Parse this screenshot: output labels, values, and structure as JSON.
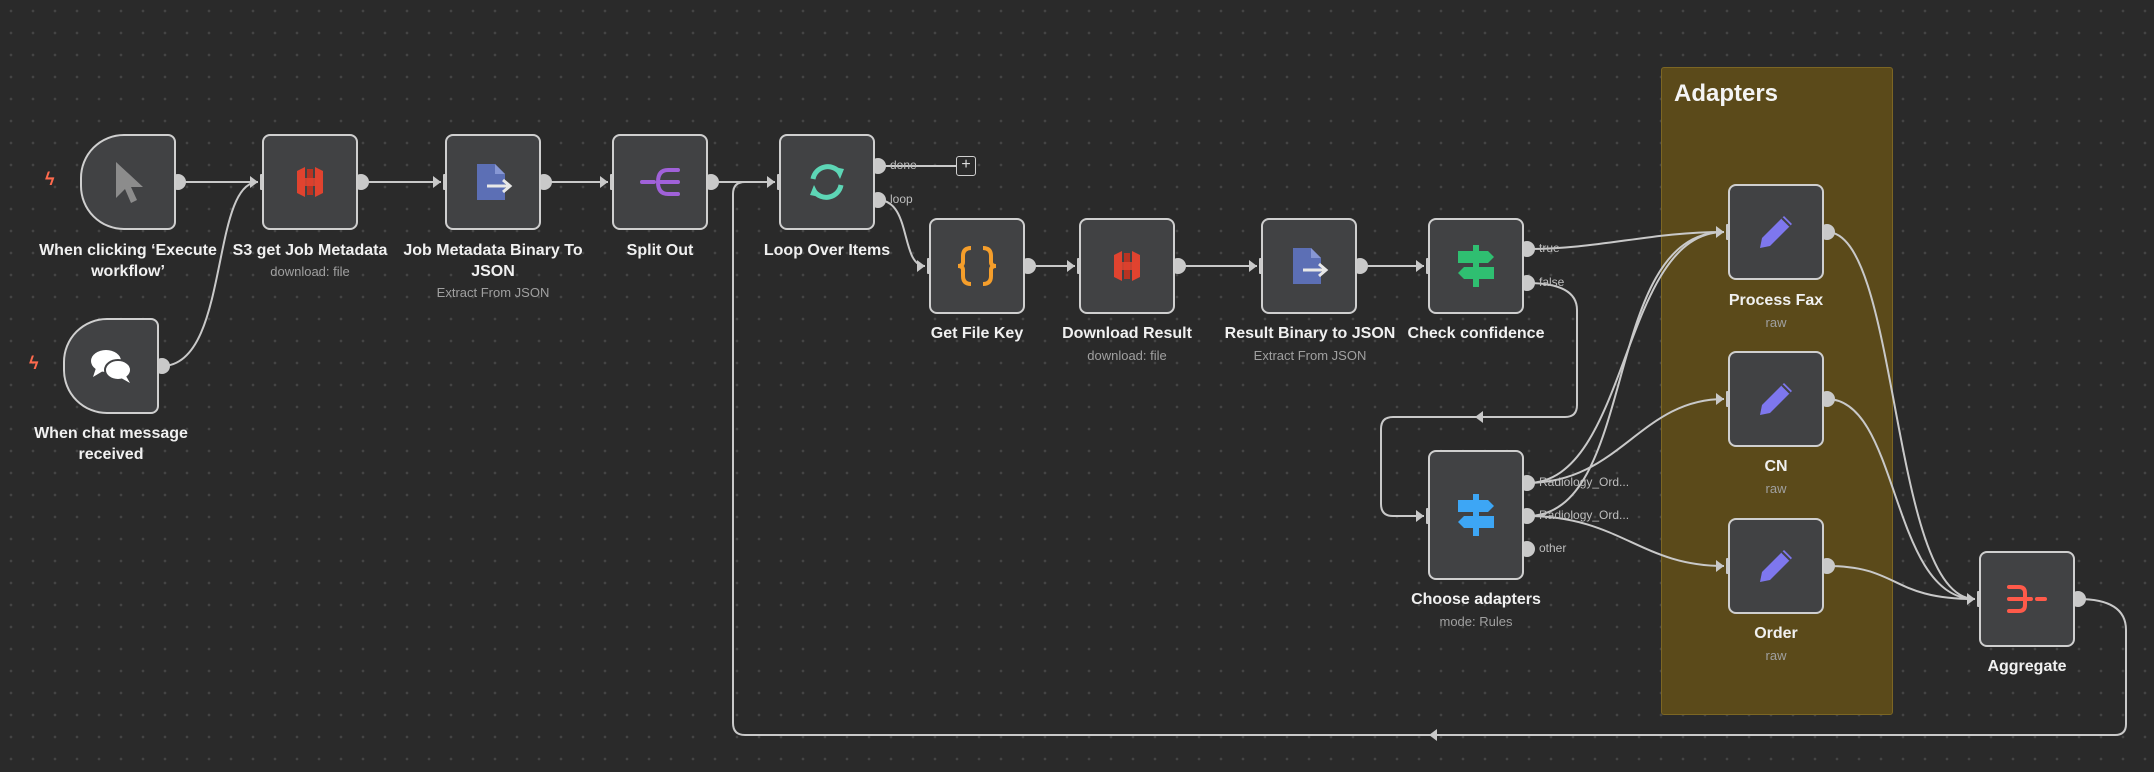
{
  "canvas": {
    "background": "#2a2a2a"
  },
  "sticky_note": {
    "title": "Adapters",
    "color": "#5b4a1a"
  },
  "nodes": {
    "manual_trigger": {
      "label": "When clicking ‘Execute workflow’",
      "icon": "cursor-icon"
    },
    "chat_trigger": {
      "label": "When chat message received",
      "icon": "chat-bubbles-icon"
    },
    "s3_get_job_metadata": {
      "label": "S3 get Job Metadata",
      "subtitle": "download: file",
      "icon": "aws-s3-icon"
    },
    "job_metadata_to_json": {
      "label": "Job Metadata Binary To JSON",
      "subtitle": "Extract From JSON",
      "icon": "file-extract-icon"
    },
    "split_out": {
      "label": "Split Out",
      "icon": "split-icon"
    },
    "loop_over_items": {
      "label": "Loop Over Items",
      "icon": "loop-icon",
      "outputs": [
        "done",
        "loop"
      ]
    },
    "get_file_key": {
      "label": "Get File Key",
      "icon": "code-braces-icon"
    },
    "download_result": {
      "label": "Download Result",
      "subtitle": "download: file",
      "icon": "aws-s3-icon"
    },
    "result_binary_to_json": {
      "label": "Result Binary to JSON",
      "subtitle": "Extract From JSON",
      "icon": "file-extract-icon"
    },
    "check_confidence": {
      "label": "Check confidence",
      "icon": "signpost-icon",
      "outputs": [
        "true",
        "false"
      ]
    },
    "choose_adapters": {
      "label": "Choose adapters",
      "subtitle": "mode: Rules",
      "icon": "signpost-icon",
      "outputs": [
        "Radiology_Ord...",
        "Radiology_Ord...",
        "other"
      ]
    },
    "process_fax": {
      "label": "Process Fax",
      "subtitle": "raw",
      "icon": "pencil-icon"
    },
    "cn": {
      "label": "CN",
      "subtitle": "raw",
      "icon": "pencil-icon"
    },
    "order": {
      "label": "Order",
      "subtitle": "raw",
      "icon": "pencil-icon"
    },
    "aggregate": {
      "label": "Aggregate",
      "icon": "aggregate-icon"
    }
  },
  "colors": {
    "s3": "#e0432f",
    "extract": "#5c6fb5",
    "split": "#a061d9",
    "loop": "#5dd6b6",
    "code": "#f59e2b",
    "if": "#2fbf71",
    "switch": "#3da6f5",
    "set": "#7e77ee",
    "aggregate": "#ff5a4a",
    "cursor": "#8c8c8c",
    "edge": "#c9c9c9"
  }
}
